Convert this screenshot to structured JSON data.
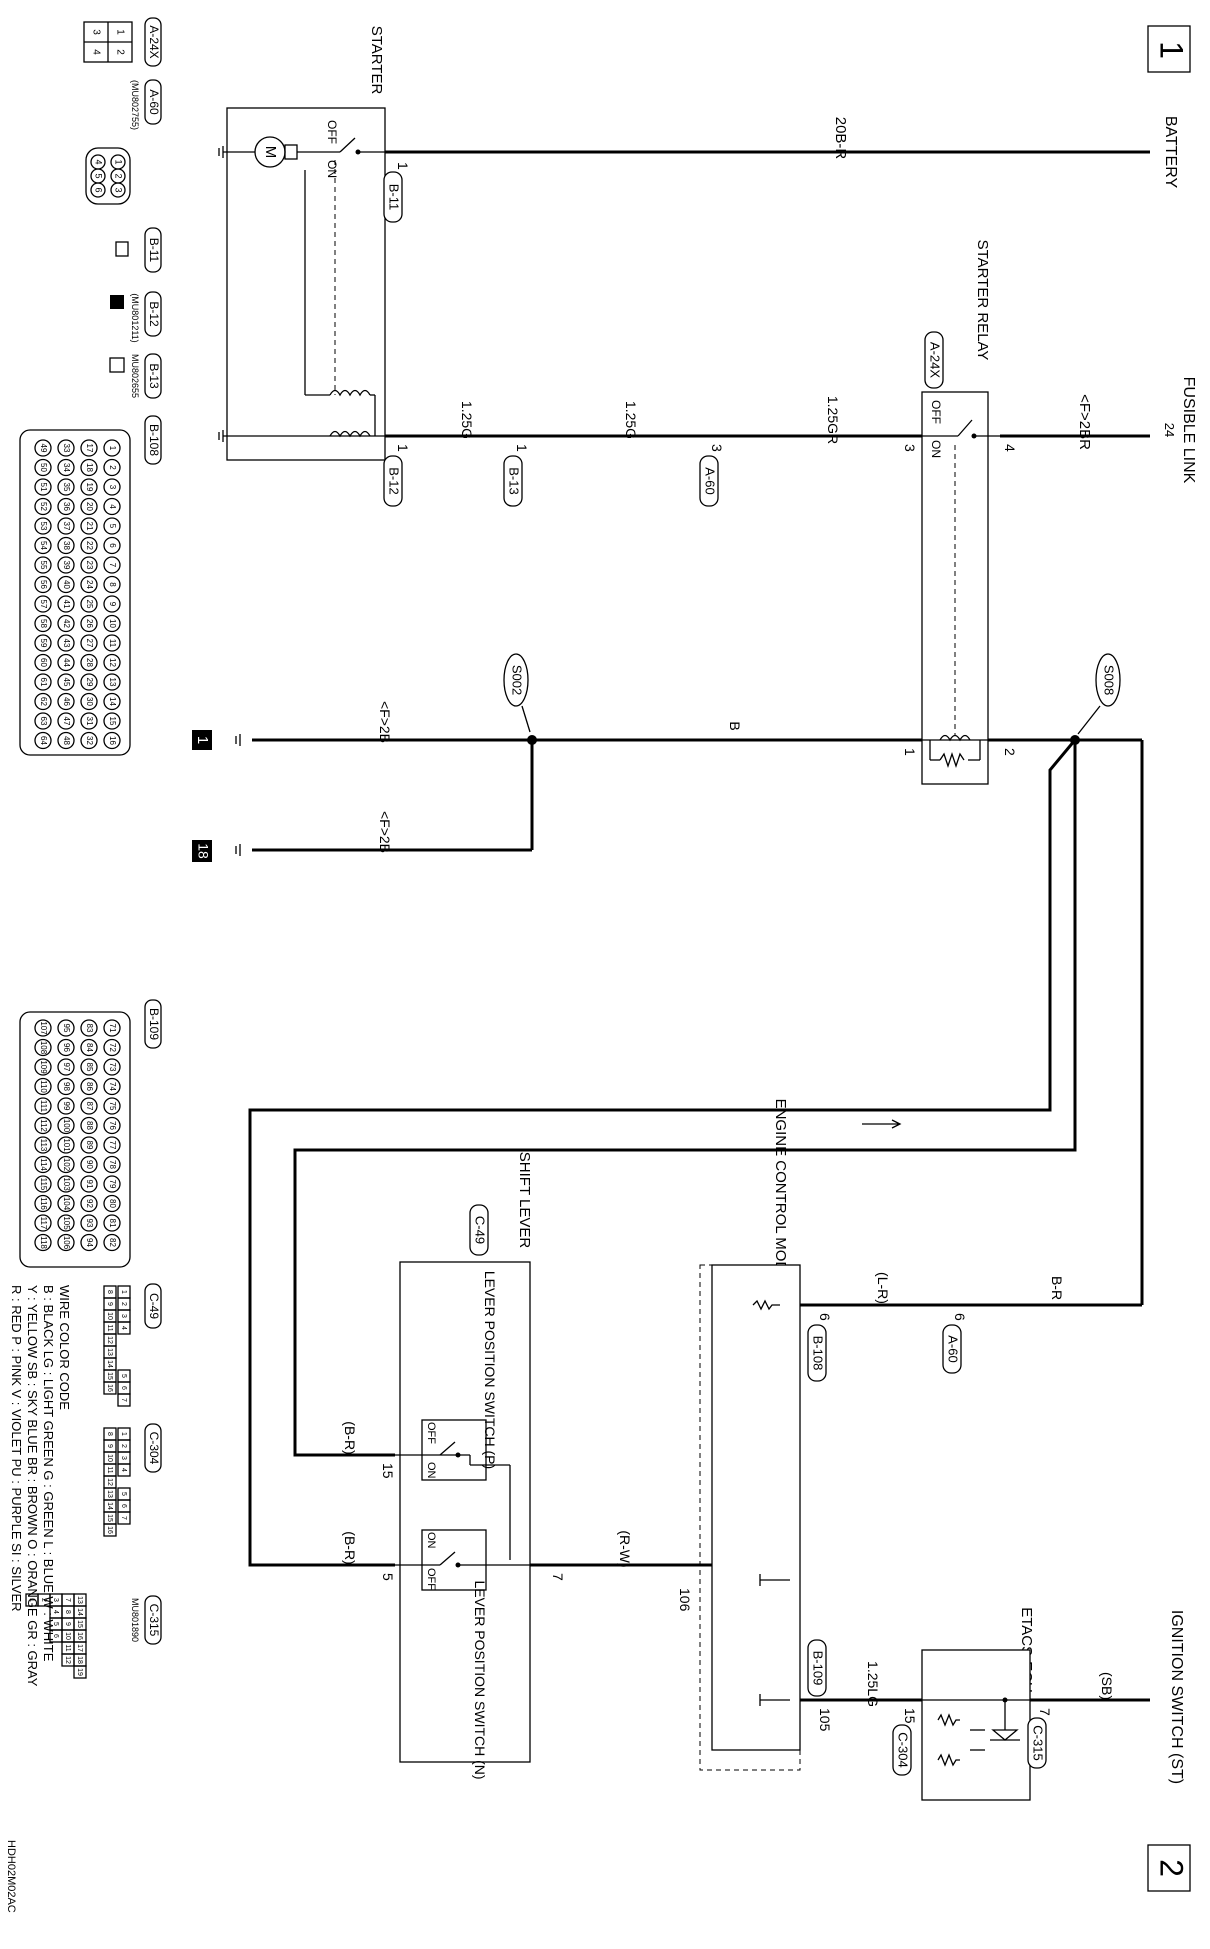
{
  "page_numbers": {
    "first": "1",
    "second": "2"
  },
  "diagram_code": "HDH02M02AC",
  "components": {
    "battery": "BATTERY",
    "fusible_link": "FUSIBLE LINK",
    "fusible_link_no": "24",
    "starter": "STARTER",
    "starter_relay": "STARTER RELAY",
    "ignition_switch": "IGNITION SWITCH (ST)",
    "etacs": "ETACS-ECU",
    "ecm": "ENGINE CONTROL MODULE",
    "shift_lever": "SHIFT LEVER",
    "lever_switch_p": "LEVER POSITION SWITCH (P)",
    "lever_switch_n": "LEVER POSITION SWITCH (N)"
  },
  "switch_states": {
    "off": "OFF",
    "on": "ON"
  },
  "motor_symbol": "M",
  "wires": {
    "battery": "20B-R",
    "fusible": "<F>2BR",
    "relay_out": "1.25GR",
    "b13_seg": "1.25G",
    "b12_seg": "1.25G",
    "ground_main": "B",
    "ground_1": "<F>2B",
    "ground_18": "<F>2B",
    "ecm_in": "B-R",
    "ecm_6": "(L-R)",
    "ign": "(SB)",
    "etacs_out": "1.25LG",
    "shift_p": "(B-R)",
    "shift_n": "(B-R)",
    "ecm_106": "(R-W)"
  },
  "pins": {
    "starter_b11": "1",
    "starter_b12": "1",
    "b13": "1",
    "a60_3": "3",
    "relay_3": "3",
    "relay_4": "4",
    "relay_1": "1",
    "relay_2": "2",
    "ecm_6a": "6",
    "ecm_6b": "6",
    "etacs_7": "7",
    "etacs_15": "15",
    "ecm_105": "105",
    "ecm_106": "106",
    "lever_15": "15",
    "lever_7": "7",
    "lever_5": "5"
  },
  "splices": {
    "s008": "S008",
    "s002": "S002"
  },
  "ground_refs": {
    "g1": "1",
    "g18": "18"
  },
  "connectors": {
    "a24x": "A-24X",
    "a60": "A-60",
    "b11": "B-11",
    "b12": "B-12",
    "b13": "B-13",
    "b108": "B-108",
    "b109": "B-109",
    "c49": "C-49",
    "c304": "C-304",
    "c315": "C-315"
  },
  "part_numbers": {
    "a60": "(MU802755)",
    "b12": "(MU801211)",
    "b13": "MU802655",
    "c315": "MU801890"
  },
  "connector_faces": {
    "a24x": [
      [
        "1",
        "2"
      ],
      [
        "3",
        "4"
      ]
    ],
    "a60": [
      "1",
      "2",
      "3",
      "4",
      "5",
      "6"
    ],
    "b108_rows": [
      [
        "1",
        "2",
        "3",
        "4",
        "5",
        "6",
        "7",
        "8",
        "9",
        "10",
        "11",
        "12",
        "13",
        "14",
        "15",
        "16"
      ],
      [
        "17",
        "18",
        "19",
        "20",
        "21",
        "22",
        "23",
        "24",
        "25",
        "26",
        "27",
        "28",
        "29",
        "30",
        "31",
        "32"
      ],
      [
        "33",
        "34",
        "35",
        "36",
        "37",
        "38",
        "39",
        "40",
        "41",
        "42",
        "43",
        "44",
        "45",
        "46",
        "47",
        "48"
      ],
      [
        "49",
        "50",
        "51",
        "52",
        "53",
        "54",
        "55",
        "56",
        "57",
        "58",
        "59",
        "60",
        "61",
        "62",
        "63",
        "64"
      ]
    ],
    "b109_rows": [
      [
        "71",
        "72",
        "73",
        "74",
        "75",
        "76",
        "77",
        "78",
        "79",
        "80",
        "81",
        "82"
      ],
      [
        "83",
        "84",
        "85",
        "86",
        "87",
        "88",
        "89",
        "90",
        "91",
        "92",
        "93",
        "94"
      ],
      [
        "95",
        "96",
        "97",
        "98",
        "99",
        "100",
        "101",
        "102",
        "103",
        "104",
        "105",
        "106"
      ],
      [
        "107",
        "108",
        "109",
        "110",
        "111",
        "112",
        "113",
        "114",
        "115",
        "116",
        "117",
        "118"
      ]
    ],
    "c49_rows": [
      [
        "1",
        "2",
        "3",
        "4",
        "",
        "",
        "",
        "5",
        "6",
        "7"
      ],
      [
        "8",
        "9",
        "10",
        "11",
        "12",
        "13",
        "14",
        "15",
        "16"
      ]
    ],
    "c304_rows": [
      [
        "1",
        "2",
        "3",
        "4",
        "",
        "5",
        "6",
        "7"
      ],
      [
        "8",
        "9",
        "10",
        "11",
        "12",
        "13",
        "14",
        "15",
        "16"
      ]
    ],
    "c315_rows": [
      [
        "1"
      ],
      [
        "2"
      ],
      [
        "3",
        "4",
        "5",
        "6"
      ],
      [
        "7",
        "8",
        "9",
        "10",
        "11",
        "12"
      ],
      [
        "13",
        "14",
        "15",
        "16",
        "17",
        "18",
        "19"
      ]
    ]
  },
  "wire_color_code": {
    "title": "WIRE COLOR CODE",
    "lines": [
      "B : BLACK  LG : LIGHT GREEN  G : GREEN  L : BLUE  W : WHITE",
      "Y : YELLOW  SB : SKY BLUE  BR : BROWN  O : ORANGE  GR : GRAY",
      "R : RED  P : PINK  V : VIOLET  PU : PURPLE  SI : SILVER"
    ]
  }
}
